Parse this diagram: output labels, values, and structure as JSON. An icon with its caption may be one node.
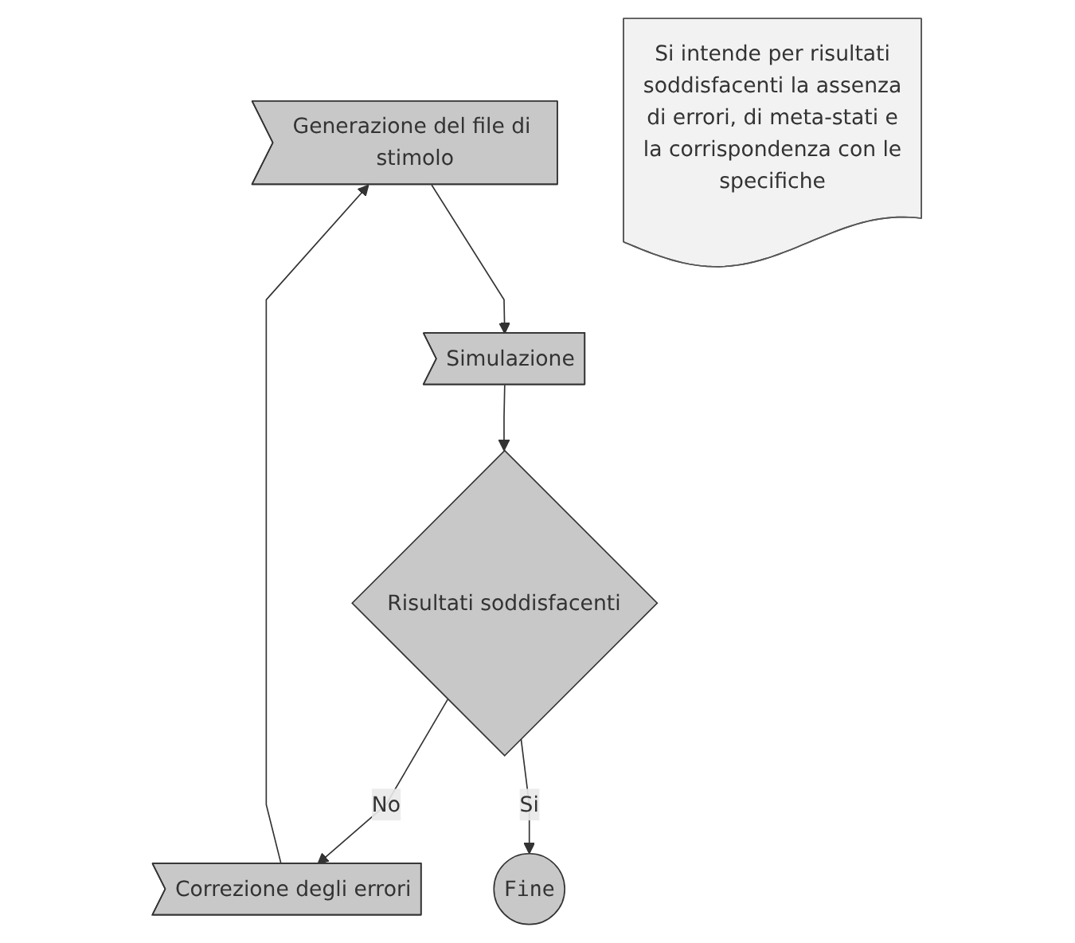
{
  "diagram": {
    "nodes": [
      {
        "text": [
          "Generazione del file di stimolo"
        ]
      },
      {
        "text": [
          "Simulazione"
        ]
      },
      {
        "text": [
          "Risultati soddisfacenti"
        ]
      },
      {
        "text": [
          "Correzione degli errori"
        ]
      },
      {
        "text": [
          "Fine"
        ]
      },
      {
        "text": [
          "Si intende per risultati soddisfacenti la assenza di errori, di meta-stati e la corrispondenza con le specifiche"
        ]
      }
    ],
    "edges": [
      {
        "from": 0,
        "to": 1,
        "arrow": "to"
      },
      {
        "from": 1,
        "to": 2,
        "arrow": "to"
      },
      {
        "from": 2,
        "to": 3,
        "arrow": "to",
        "label": "No"
      },
      {
        "from": 3,
        "to": 0,
        "arrow": "to"
      },
      {
        "from": 2,
        "to": 4,
        "arrow": "to",
        "label": "Si"
      }
    ]
  }
}
